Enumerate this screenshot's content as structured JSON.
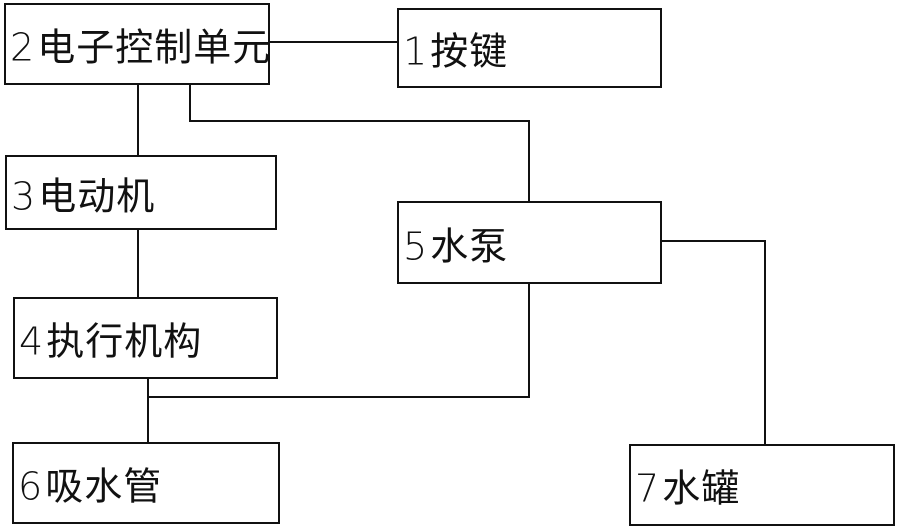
{
  "boxes": {
    "b2": {
      "number": "2",
      "text": "电子控制单元"
    },
    "b1": {
      "number": "1",
      "text": "按键"
    },
    "b3": {
      "number": "3",
      "text": "电动机"
    },
    "b5": {
      "number": "5",
      "text": "水泵"
    },
    "b4": {
      "number": "4",
      "text": "执行机构"
    },
    "b6": {
      "number": "6",
      "text": "吸水管"
    },
    "b7": {
      "number": "7",
      "text": "水罐"
    }
  },
  "connections": [
    {
      "from": "electronic-control-unit",
      "to": "button"
    },
    {
      "from": "electronic-control-unit",
      "to": "motor"
    },
    {
      "from": "electronic-control-unit",
      "to": "water-pump"
    },
    {
      "from": "motor",
      "to": "actuator"
    },
    {
      "from": "actuator",
      "to": "water-pump"
    },
    {
      "from": "actuator",
      "to": "suction-pipe"
    },
    {
      "from": "water-pump",
      "to": "water-tank"
    }
  ],
  "colors": {
    "line": "#111111",
    "background": "#ffffff"
  }
}
